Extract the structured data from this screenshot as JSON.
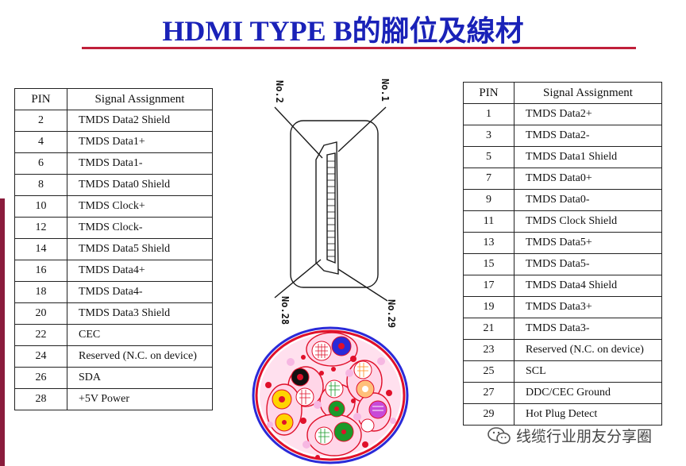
{
  "title": "HDMI TYPE B的腳位及線材",
  "tables": {
    "left": {
      "header": {
        "pin": "PIN",
        "signal": "Signal Assignment"
      },
      "rows": [
        {
          "pin": "2",
          "signal": "TMDS Data2 Shield"
        },
        {
          "pin": "4",
          "signal": "TMDS Data1+"
        },
        {
          "pin": "6",
          "signal": "TMDS Data1-"
        },
        {
          "pin": "8",
          "signal": "TMDS Data0 Shield"
        },
        {
          "pin": "10",
          "signal": "TMDS Clock+"
        },
        {
          "pin": "12",
          "signal": "TMDS Clock-"
        },
        {
          "pin": "14",
          "signal": "TMDS Data5 Shield"
        },
        {
          "pin": "16",
          "signal": "TMDS Data4+"
        },
        {
          "pin": "18",
          "signal": "TMDS Data4-"
        },
        {
          "pin": "20",
          "signal": "TMDS Data3 Shield"
        },
        {
          "pin": "22",
          "signal": "CEC"
        },
        {
          "pin": "24",
          "signal": "Reserved (N.C. on device)"
        },
        {
          "pin": "26",
          "signal": "SDA"
        },
        {
          "pin": "28",
          "signal": "+5V Power"
        }
      ]
    },
    "right": {
      "header": {
        "pin": "PIN",
        "signal": "Signal Assignment"
      },
      "rows": [
        {
          "pin": "1",
          "signal": "TMDS Data2+"
        },
        {
          "pin": "3",
          "signal": "TMDS Data2-"
        },
        {
          "pin": "5",
          "signal": "TMDS Data1 Shield"
        },
        {
          "pin": "7",
          "signal": "TMDS Data0+"
        },
        {
          "pin": "9",
          "signal": "TMDS Data0-"
        },
        {
          "pin": "11",
          "signal": "TMDS Clock Shield"
        },
        {
          "pin": "13",
          "signal": "TMDS Data5+"
        },
        {
          "pin": "15",
          "signal": "TMDS Data5-"
        },
        {
          "pin": "17",
          "signal": "TMDS Data4 Shield"
        },
        {
          "pin": "19",
          "signal": "TMDS Data3+"
        },
        {
          "pin": "21",
          "signal": "TMDS Data3-"
        },
        {
          "pin": "23",
          "signal": "Reserved (N.C. on device)"
        },
        {
          "pin": "25",
          "signal": "SCL"
        },
        {
          "pin": "27",
          "signal": "DDC/CEC Ground"
        },
        {
          "pin": "29",
          "signal": "Hot Plug Detect"
        }
      ]
    }
  },
  "connector": {
    "labels": {
      "no2": "No.2",
      "no1": "No.1",
      "no28": "No.28",
      "no29": "No.29"
    },
    "colors": {
      "outline": "#1a1a1a",
      "leader": "#1a1a1a"
    }
  },
  "cable": {
    "colors": {
      "outer_red": "#e0102a",
      "outer_blue": "#2a2ad8",
      "fill": "#ffd6e8",
      "pink": "#f6b7e2",
      "red": "#e0102a"
    }
  },
  "watermark": {
    "text": "线缆行业朋友分享圈",
    "icon": "wechat-icon"
  },
  "colors": {
    "title": "#1a22b8",
    "rule": "#c0203a",
    "accent": "#8a1c3c"
  }
}
